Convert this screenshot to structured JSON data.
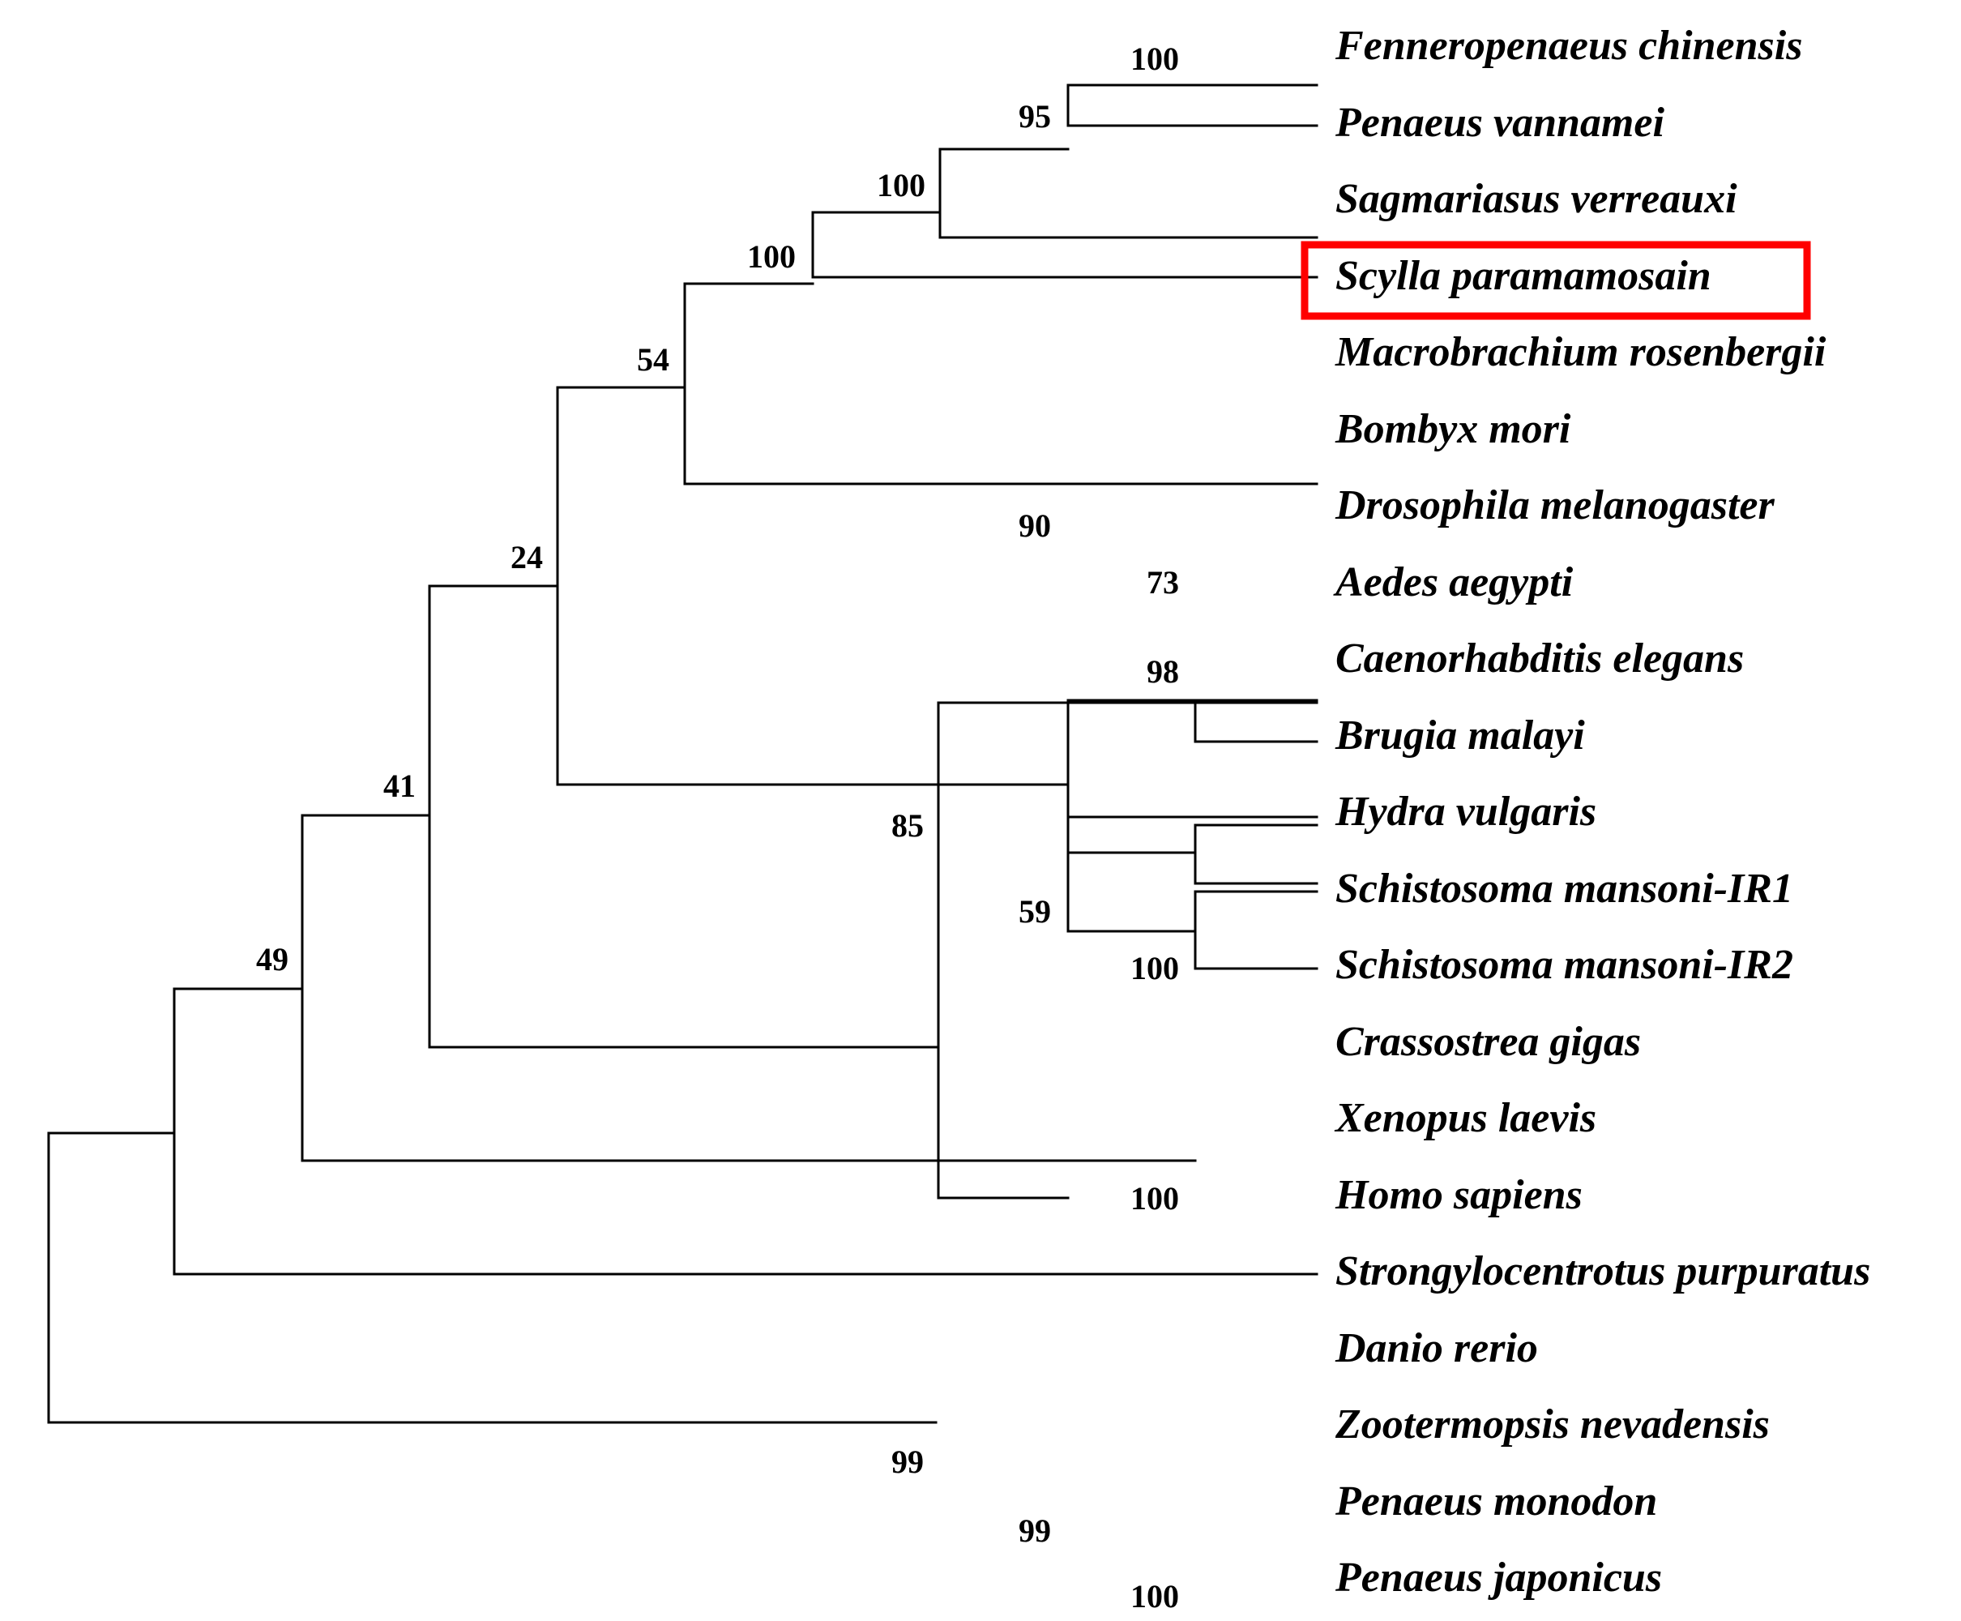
{
  "tree": {
    "taxa": [
      "Fenneropenaeus chinensis",
      "Penaeus vannamei",
      "Sagmariasus verreauxi",
      "Scylla paramamosain",
      "Macrobrachium rosenbergii",
      "Bombyx mori",
      "Drosophila melanogaster",
      "Aedes aegypti",
      "Caenorhabditis elegans",
      "Brugia malayi",
      "Hydra vulgaris",
      "Schistosoma mansoni-IR1",
      "Schistosoma mansoni-IR2",
      "Crassostrea gigas",
      "Xenopus laevis",
      "Homo sapiens",
      "Strongylocentrotus purpuratus",
      "Danio rerio",
      "Zootermopsis nevadensis",
      "Penaeus monodon",
      "Penaeus japonicus"
    ],
    "highlighted_taxon": "Scylla paramamosain",
    "highlight_color": "#ff0000",
    "support_values": {
      "fenneropenaeus_vannamei": "100",
      "penaeid_sagmariasus": "95",
      "decapod_scylla": "100",
      "crustacean": "100",
      "arthropod": "54",
      "insects": "90",
      "drosophila_aedes": "73",
      "nematodes": "98",
      "hydra_schistosoma": "59",
      "schistosoma": "100",
      "nematode_hydra_schistosoma": "85",
      "protostome_core": "24",
      "with_crassostrea": "41",
      "with_vertebrates": "49",
      "xenopus_homo": "100",
      "danio_group": "99",
      "zootermopsis_penaeus": "99",
      "penaeus_monodon_japonicus": "100"
    }
  }
}
